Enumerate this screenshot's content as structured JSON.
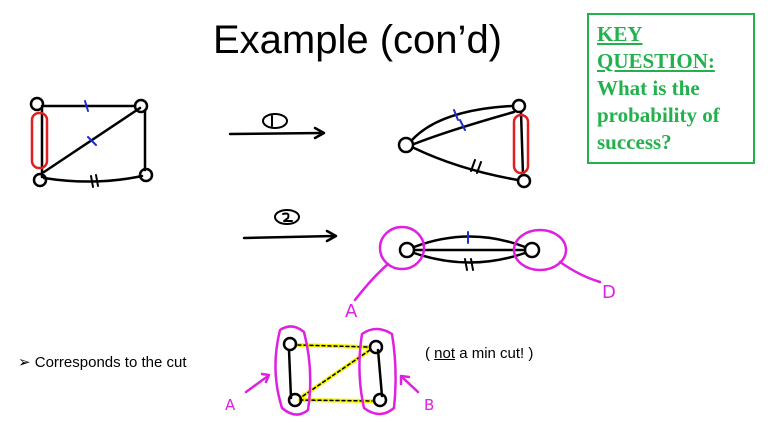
{
  "slide": {
    "title": "Example (con’d)"
  },
  "key_box": {
    "heading": "KEY QUESTION:",
    "question": "What is the probability of success?",
    "color": "#22b14c"
  },
  "bullet": {
    "marker": "➢",
    "text": "Corresponds to the cut"
  },
  "note": {
    "open": "( ",
    "underlined": "not",
    "rest": " a min cut! )"
  },
  "annotations": {
    "step1": "①",
    "step2": "②",
    "label_a1": "A",
    "label_d": "D",
    "label_a2": "A",
    "label_b": "B"
  },
  "colors": {
    "ink": "#000000",
    "red": "#e02020",
    "magenta": "#e020e0",
    "yellow": "#f2f200"
  }
}
